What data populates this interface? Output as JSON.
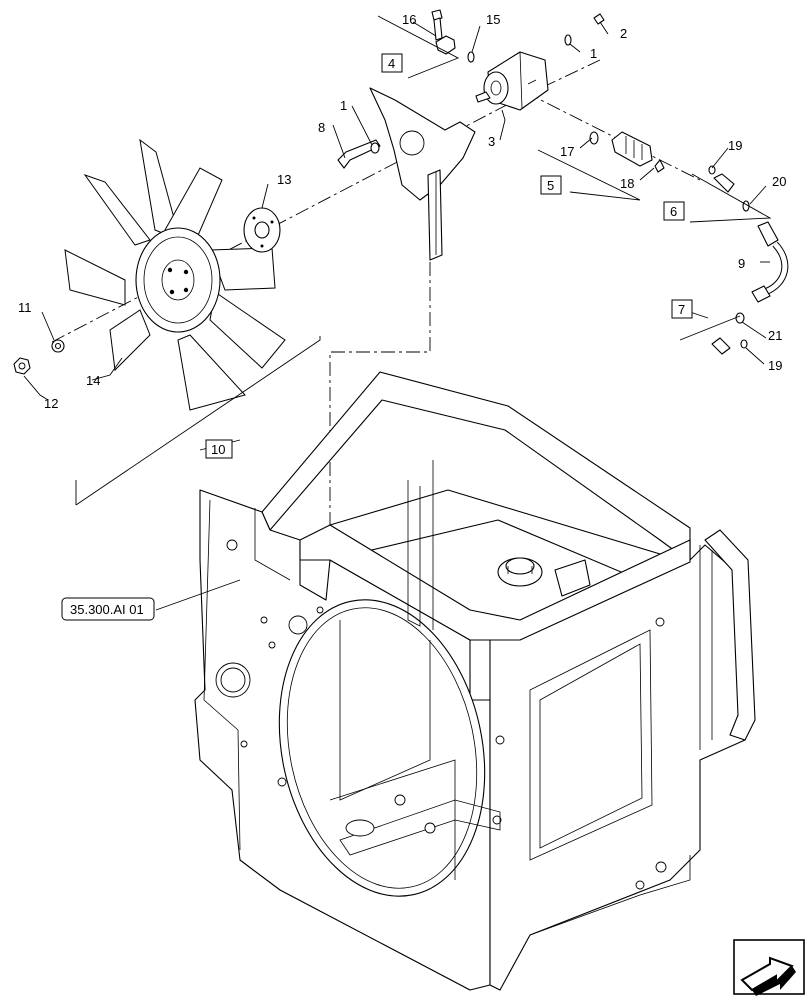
{
  "callouts": {
    "c1a": "1",
    "c1b": "1",
    "c2": "2",
    "c3": "3",
    "c8": "8",
    "c9": "9",
    "c11": "11",
    "c12": "12",
    "c13": "13",
    "c14": "14",
    "c15": "15",
    "c16": "16",
    "c17": "17",
    "c18": "18",
    "c19a": "19",
    "c19b": "19",
    "c20": "20",
    "c21": "21"
  },
  "boxed_callouts": {
    "b4": "4",
    "b5": "5",
    "b6": "6",
    "b7": "7",
    "b10": "10"
  },
  "reference_label": "35.300.AI 01",
  "icons": {
    "next_page": "arrow-next-icon"
  }
}
